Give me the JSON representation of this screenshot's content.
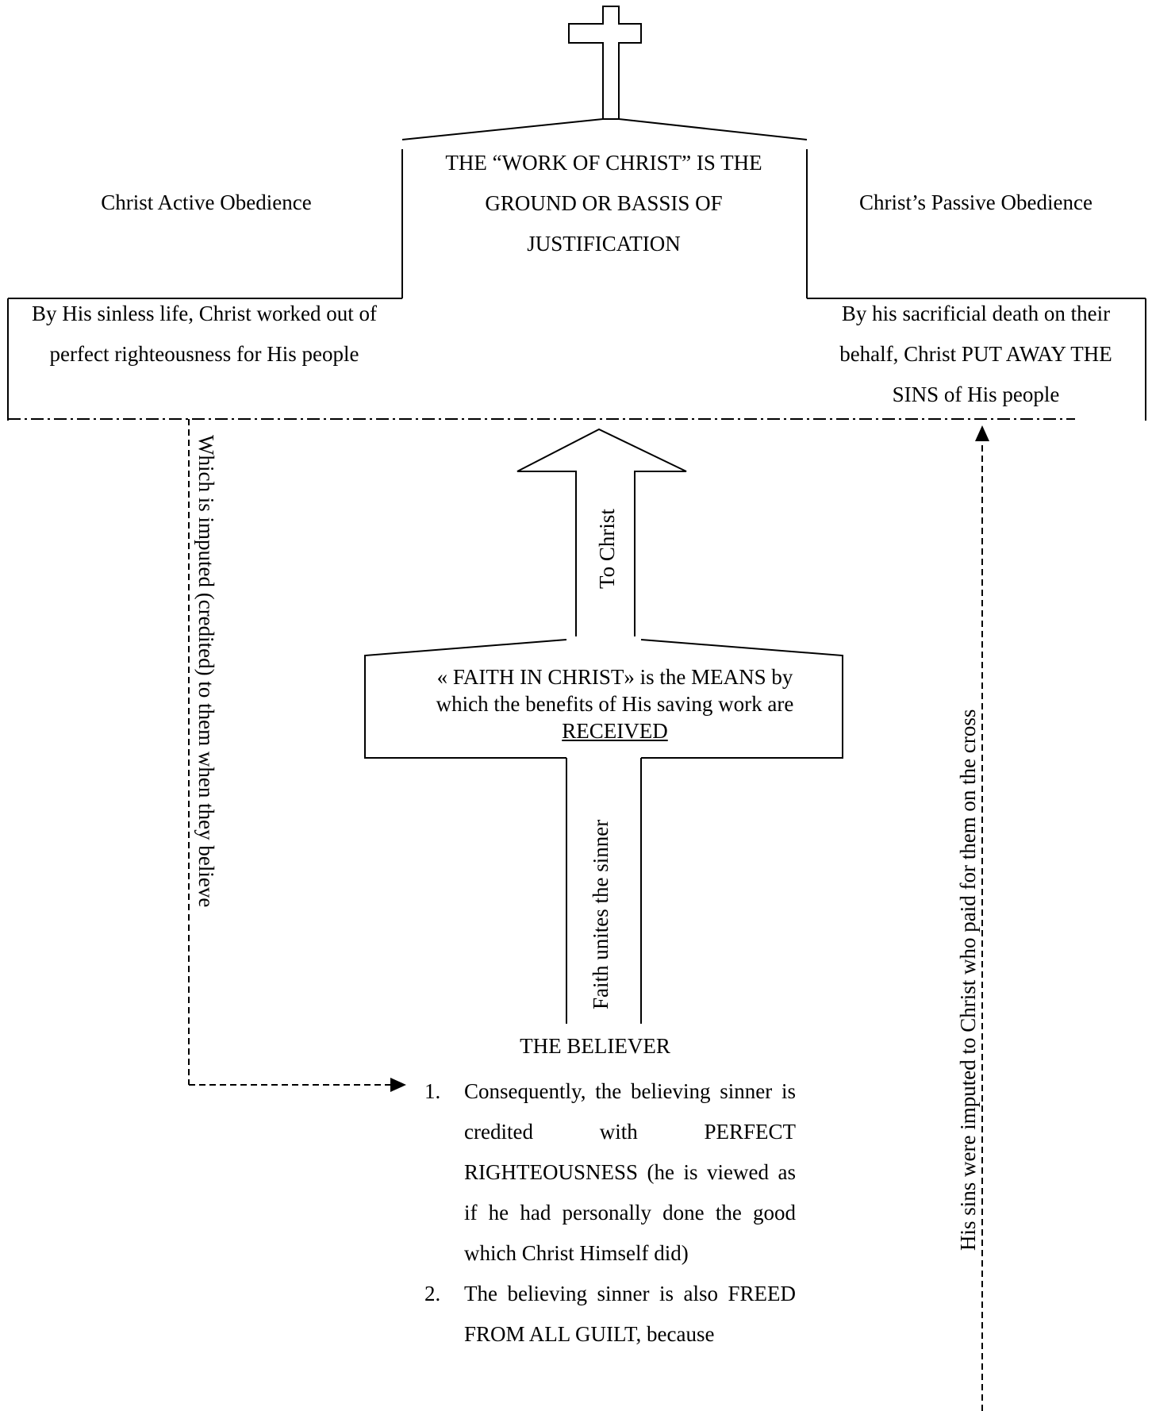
{
  "center_title": "THE “WORK OF CHRIST” IS THE GROUND OR BASSIS OF JUSTIFICATION",
  "left": {
    "heading": "Christ Active Obedience",
    "description": "By His sinless life, Christ worked out of perfect righteousness for His people"
  },
  "right": {
    "heading": "Christ’s Passive Obedience",
    "description": "By his sacrificial death on their behalf, Christ PUT AWAY THE SINS of His people"
  },
  "arrow_labels": {
    "to_christ": "To Christ",
    "faith_unites": "Faith unites the sinner",
    "imputed_left": "Which is imputed (credited) to them when they believe",
    "imputed_right": "His sins were imputed to Christ who paid for them on the cross"
  },
  "faith_box": {
    "line1": "« FAITH IN CHRIST» is the MEANS by",
    "line2": "which the benefits of His saving work are",
    "line3": "RECEIVED"
  },
  "believer": {
    "label": "THE BELIEVER",
    "points": [
      {
        "num": "1.",
        "text": "Consequently, the believing sinner is credited with PERFECT RIGHTEOUSNESS (he is viewed as if he had personally done the good which Christ Himself did)"
      },
      {
        "num": "2.",
        "text": "The believing sinner is also FREED FROM ALL GUILT, because"
      }
    ]
  }
}
